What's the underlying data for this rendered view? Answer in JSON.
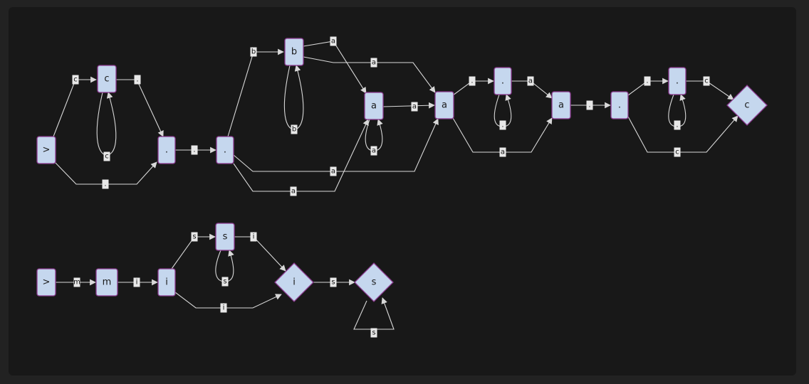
{
  "diagram": {
    "graphs": [
      {
        "nodes": [
          {
            "id": "g1n0",
            "label": ">",
            "shape": "rect"
          },
          {
            "id": "g1n1",
            "label": "c",
            "shape": "rect"
          },
          {
            "id": "g1n2",
            "label": ".",
            "shape": "rect"
          },
          {
            "id": "g1n3",
            "label": ".",
            "shape": "rect"
          },
          {
            "id": "g1n4",
            "label": "b",
            "shape": "rect"
          },
          {
            "id": "g1n5",
            "label": "a",
            "shape": "rect"
          },
          {
            "id": "g1n6",
            "label": "a",
            "shape": "rect"
          },
          {
            "id": "g1n7",
            "label": ".",
            "shape": "rect"
          },
          {
            "id": "g1n8",
            "label": "a",
            "shape": "rect"
          },
          {
            "id": "g1n9",
            "label": ".",
            "shape": "rect"
          },
          {
            "id": "g1n10",
            "label": ".",
            "shape": "rect"
          },
          {
            "id": "g1n11",
            "label": "c",
            "shape": "diamond"
          }
        ],
        "edges": [
          {
            "from": "g1n0",
            "to": "g1n1",
            "label": "c"
          },
          {
            "from": "g1n0",
            "to": "g1n2",
            "label": "."
          },
          {
            "from": "g1n1",
            "to": "g1n1",
            "label": "c"
          },
          {
            "from": "g1n1",
            "to": "g1n2",
            "label": "."
          },
          {
            "from": "g1n2",
            "to": "g1n3",
            "label": "."
          },
          {
            "from": "g1n3",
            "to": "g1n4",
            "label": "b"
          },
          {
            "from": "g1n3",
            "to": "g1n5",
            "label": "a"
          },
          {
            "from": "g1n3",
            "to": "g1n6",
            "label": "a"
          },
          {
            "from": "g1n4",
            "to": "g1n4",
            "label": "b"
          },
          {
            "from": "g1n4",
            "to": "g1n5",
            "label": "a"
          },
          {
            "from": "g1n4",
            "to": "g1n6",
            "label": "a"
          },
          {
            "from": "g1n5",
            "to": "g1n5",
            "label": "a"
          },
          {
            "from": "g1n5",
            "to": "g1n6",
            "label": "a"
          },
          {
            "from": "g1n6",
            "to": "g1n7",
            "label": "."
          },
          {
            "from": "g1n6",
            "to": "g1n8",
            "label": "a"
          },
          {
            "from": "g1n7",
            "to": "g1n7",
            "label": "."
          },
          {
            "from": "g1n7",
            "to": "g1n8",
            "label": "a"
          },
          {
            "from": "g1n8",
            "to": "g1n9",
            "label": "."
          },
          {
            "from": "g1n9",
            "to": "g1n10",
            "label": "."
          },
          {
            "from": "g1n9",
            "to": "g1n11",
            "label": "c"
          },
          {
            "from": "g1n10",
            "to": "g1n10",
            "label": "."
          },
          {
            "from": "g1n10",
            "to": "g1n11",
            "label": "c"
          }
        ]
      },
      {
        "nodes": [
          {
            "id": "g2n0",
            "label": ">",
            "shape": "rect"
          },
          {
            "id": "g2n1",
            "label": "m",
            "shape": "rect"
          },
          {
            "id": "g2n2",
            "label": "i",
            "shape": "rect"
          },
          {
            "id": "g2n3",
            "label": "s",
            "shape": "rect"
          },
          {
            "id": "g2n4",
            "label": "i",
            "shape": "diamond"
          },
          {
            "id": "g2n5",
            "label": "s",
            "shape": "diamond"
          }
        ],
        "edges": [
          {
            "from": "g2n0",
            "to": "g2n1",
            "label": "m"
          },
          {
            "from": "g2n1",
            "to": "g2n2",
            "label": "i"
          },
          {
            "from": "g2n2",
            "to": "g2n3",
            "label": "s"
          },
          {
            "from": "g2n2",
            "to": "g2n4",
            "label": "i"
          },
          {
            "from": "g2n3",
            "to": "g2n3",
            "label": "s"
          },
          {
            "from": "g2n3",
            "to": "g2n4",
            "label": "i"
          },
          {
            "from": "g2n4",
            "to": "g2n5",
            "label": "s"
          },
          {
            "from": "g2n5",
            "to": "g2n5",
            "label": "s"
          }
        ]
      }
    ]
  }
}
